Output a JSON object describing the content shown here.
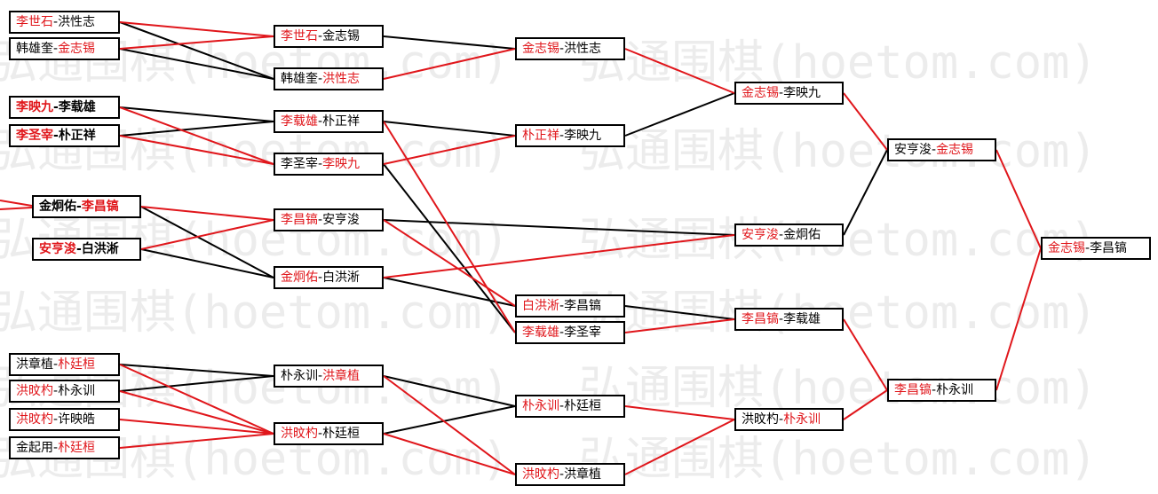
{
  "colors": {
    "win": "#e0161b",
    "line": "#000000",
    "watermark": "#ececec"
  },
  "watermark": "弘通围棋(hoetom.com)",
  "matches": [
    {
      "id": "a1",
      "p1": "李世石",
      "p2": "洪性志",
      "winner": 1,
      "bold": false
    },
    {
      "id": "a2",
      "p1": "韩雄奎",
      "p2": "金志锡",
      "winner": 2,
      "bold": false
    },
    {
      "id": "a3",
      "p1": "李映九",
      "p2": "李载雄",
      "winner": 1,
      "bold": true
    },
    {
      "id": "a4",
      "p1": "李圣宰",
      "p2": "朴正祥",
      "winner": 1,
      "bold": true
    },
    {
      "id": "a5",
      "p1": "金炯佑",
      "p2": "李昌镐",
      "winner": 2,
      "bold": true
    },
    {
      "id": "a6",
      "p1": "安亨浚",
      "p2": "白洪淅",
      "winner": 1,
      "bold": true
    },
    {
      "id": "a7",
      "p1": "洪章植",
      "p2": "朴廷桓",
      "winner": 2,
      "bold": false
    },
    {
      "id": "a8",
      "p1": "洪旼杓",
      "p2": "朴永训",
      "winner": 1,
      "bold": false
    },
    {
      "id": "a9",
      "p1": "洪旼杓",
      "p2": "许映皓",
      "winner": 1,
      "bold": false
    },
    {
      "id": "a10",
      "p1": "金起用",
      "p2": "朴廷桓",
      "winner": 2,
      "bold": false
    },
    {
      "id": "b1",
      "p1": "李世石",
      "p2": "金志锡",
      "winner": 1,
      "bold": false
    },
    {
      "id": "b2",
      "p1": "韩雄奎",
      "p2": "洪性志",
      "winner": 2,
      "bold": false
    },
    {
      "id": "b3",
      "p1": "李载雄",
      "p2": "朴正祥",
      "winner": 1,
      "bold": false
    },
    {
      "id": "b4",
      "p1": "李圣宰",
      "p2": "李映九",
      "winner": 2,
      "bold": false
    },
    {
      "id": "b5",
      "p1": "李昌镐",
      "p2": "安亨浚",
      "winner": 1,
      "bold": false
    },
    {
      "id": "b6",
      "p1": "金炯佑",
      "p2": "白洪淅",
      "winner": 1,
      "bold": false
    },
    {
      "id": "b7",
      "p1": "朴永训",
      "p2": "洪章植",
      "winner": 2,
      "bold": false
    },
    {
      "id": "b8",
      "p1": "洪旼杓",
      "p2": "朴廷桓",
      "winner": 1,
      "bold": false
    },
    {
      "id": "c1",
      "p1": "金志锡",
      "p2": "洪性志",
      "winner": 1,
      "bold": false
    },
    {
      "id": "c2",
      "p1": "朴正祥",
      "p2": "李映九",
      "winner": 1,
      "bold": false
    },
    {
      "id": "c3",
      "p1": "白洪淅",
      "p2": "李昌镐",
      "winner": 1,
      "bold": false
    },
    {
      "id": "c4",
      "p1": "李载雄",
      "p2": "李圣宰",
      "winner": 1,
      "bold": false
    },
    {
      "id": "c5",
      "p1": "朴永训",
      "p2": "朴廷桓",
      "winner": 1,
      "bold": false
    },
    {
      "id": "c6",
      "p1": "洪旼杓",
      "p2": "洪章植",
      "winner": 1,
      "bold": false
    },
    {
      "id": "d1",
      "p1": "金志锡",
      "p2": "李映九",
      "winner": 1,
      "bold": false
    },
    {
      "id": "d2",
      "p1": "安亨浚",
      "p2": "金炯佑",
      "winner": 1,
      "bold": false
    },
    {
      "id": "d3",
      "p1": "李昌镐",
      "p2": "李载雄",
      "winner": 1,
      "bold": false
    },
    {
      "id": "d4",
      "p1": "洪旼杓",
      "p2": "朴永训",
      "winner": 2,
      "bold": false
    },
    {
      "id": "e1",
      "p1": "安亨浚",
      "p2": "金志锡",
      "winner": 2,
      "bold": false
    },
    {
      "id": "e2",
      "p1": "李昌镐",
      "p2": "朴永训",
      "winner": 1,
      "bold": false
    },
    {
      "id": "f1",
      "p1": "金志锡",
      "p2": "李昌镐",
      "winner": 1,
      "bold": false
    }
  ],
  "edges": [
    {
      "from": "a1",
      "to": "b1",
      "red": true
    },
    {
      "from": "a1",
      "to": "b2",
      "red": false
    },
    {
      "from": "a2",
      "to": "b1",
      "red": true
    },
    {
      "from": "a2",
      "to": "b2",
      "red": false
    },
    {
      "from": "a3",
      "to": "b3",
      "red": false
    },
    {
      "from": "a3",
      "to": "b4",
      "red": true
    },
    {
      "from": "a4",
      "to": "b3",
      "red": false
    },
    {
      "from": "a4",
      "to": "b4",
      "red": true
    },
    {
      "from": "a5",
      "to": "b5",
      "red": true
    },
    {
      "from": "a5",
      "to": "b6",
      "red": false
    },
    {
      "from": "a6",
      "to": "b5",
      "red": true
    },
    {
      "from": "a6",
      "to": "b6",
      "red": false
    },
    {
      "from": "a7",
      "to": "b7",
      "red": false
    },
    {
      "from": "a7",
      "to": "b8",
      "red": true
    },
    {
      "from": "a8",
      "to": "b7",
      "red": false
    },
    {
      "from": "a8",
      "to": "b8",
      "red": true
    },
    {
      "from": "a9",
      "to": "b8",
      "red": true
    },
    {
      "from": "a10",
      "to": "b8",
      "red": true
    },
    {
      "from": "b1",
      "to": "c1",
      "red": false
    },
    {
      "from": "b2",
      "to": "c1",
      "red": true
    },
    {
      "from": "b3",
      "to": "c2",
      "red": false
    },
    {
      "from": "b4",
      "to": "c2",
      "red": true
    },
    {
      "from": "b3",
      "to": "c4",
      "red": true
    },
    {
      "from": "b4",
      "to": "c4",
      "red": false
    },
    {
      "from": "b5",
      "to": "c3",
      "red": true
    },
    {
      "from": "b6",
      "to": "c3",
      "red": false
    },
    {
      "from": "b7",
      "to": "c5",
      "red": false
    },
    {
      "from": "b8",
      "to": "c5",
      "red": false
    },
    {
      "from": "b7",
      "to": "c6",
      "red": true
    },
    {
      "from": "b8",
      "to": "c6",
      "red": true
    },
    {
      "from": "c1",
      "to": "d1",
      "red": true
    },
    {
      "from": "c2",
      "to": "d1",
      "red": false
    },
    {
      "from": "b5",
      "to": "d2",
      "red": false
    },
    {
      "from": "b6",
      "to": "d2",
      "red": true
    },
    {
      "from": "c3",
      "to": "d3",
      "red": false
    },
    {
      "from": "c4",
      "to": "d3",
      "red": true
    },
    {
      "from": "c5",
      "to": "d4",
      "red": true
    },
    {
      "from": "c6",
      "to": "d4",
      "red": true
    },
    {
      "from": "d1",
      "to": "e1",
      "red": true
    },
    {
      "from": "d2",
      "to": "e1",
      "red": false
    },
    {
      "from": "d3",
      "to": "e2",
      "red": true
    },
    {
      "from": "d4",
      "to": "e2",
      "red": true
    },
    {
      "from": "e1",
      "to": "f1",
      "red": true
    },
    {
      "from": "e2",
      "to": "f1",
      "red": true
    }
  ]
}
